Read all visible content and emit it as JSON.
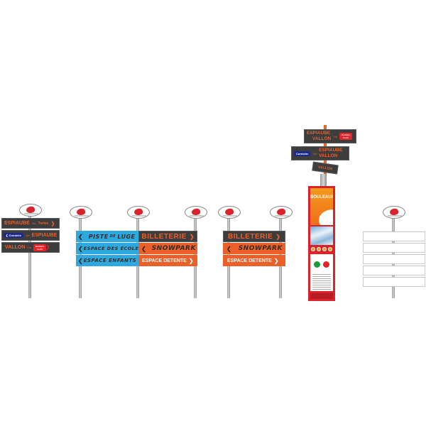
{
  "colors": {
    "orange": "#ec5f28",
    "dark_board": "#3d3d3d",
    "blue_board": "#2ea9e0",
    "red_accent": "#e3242b",
    "navy_pill": "#1d2a8c",
    "kiosk_red": "#d8232b"
  },
  "group1": {
    "signs": [
      {
        "destination": "ESPIAUBE",
        "via": "Via",
        "badge": "Tortes",
        "arrow": "❯"
      },
      {
        "badge": "Corniche",
        "via": "Via",
        "destination": "ESPIAUBE",
        "arrow": "❮"
      },
      {
        "destination": "VALLON",
        "via": "Via",
        "badge_line1": "Sorbiers",
        "badge_line2": "Forêt",
        "arrow": "❯"
      }
    ]
  },
  "group2": {
    "blue_signs": [
      {
        "arrow": "❮",
        "label_a": "PISTE",
        "label_b": "DE",
        "label_c": "LUGE"
      },
      {
        "arrow": "❮",
        "label": "ESPACE DES ÉCOLES"
      },
      {
        "arrow": "❮",
        "label": "ESPACE ENFANTS"
      }
    ],
    "right_signs": [
      {
        "label": "BILLETERIE",
        "arrow": "❯"
      },
      {
        "label": "SNOWPARK",
        "arrow": "❮"
      },
      {
        "label": "ESPACE DETENTE",
        "arrow": "❯"
      }
    ]
  },
  "group3": {
    "signs": [
      {
        "label": "BILLETERIE",
        "arrow": "❯"
      },
      {
        "label": "SNOWPARK",
        "arrow": "❮"
      },
      {
        "label": "ESPACE DETENTE",
        "arrow": "❯"
      }
    ]
  },
  "group4": {
    "fingerposts": [
      {
        "line1": "ESPIAUBE",
        "line2": "VALLON",
        "via": "Via",
        "badge_line1": "Sorbiers",
        "badge_line2": "Forêt"
      },
      {
        "badge": "Corniche",
        "via": "Via",
        "line1": "ESPIAUBE",
        "line2": "VALLON"
      },
      {
        "label": "VALLON"
      }
    ],
    "kiosk": {
      "title": "BOULEAUX"
    }
  },
  "group5": {
    "blank_boards": 5
  }
}
